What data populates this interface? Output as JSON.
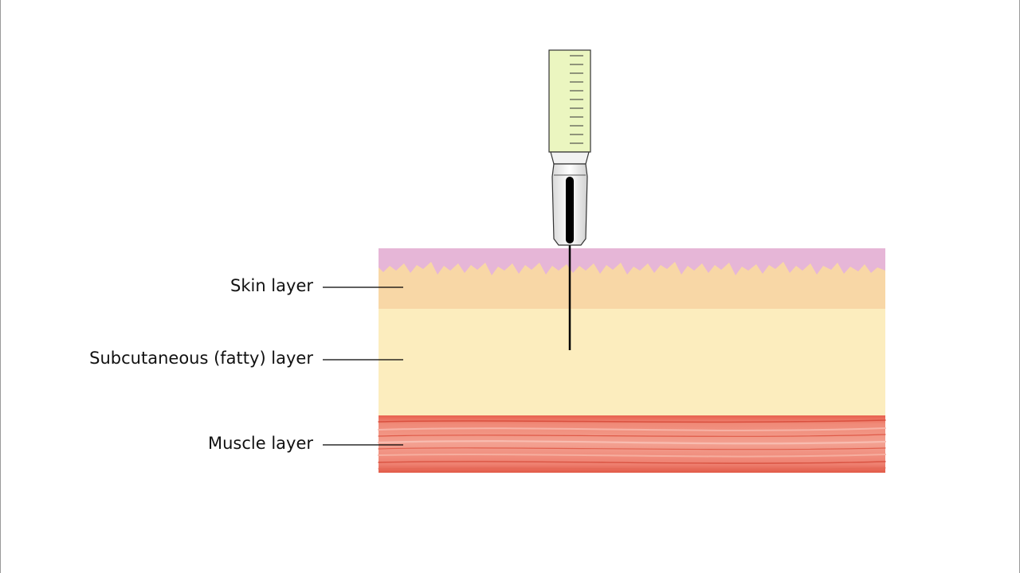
{
  "labels": {
    "skin": "Skin layer",
    "subcutaneous": "Subcutaneous (fatty) layer",
    "muscle": "Muscle layer"
  },
  "colors": {
    "epidermis": "#e6b6d7",
    "dermis": "#f8d7a6",
    "subcutaneous": "#fcedbe",
    "muscle": "#ec6f5e",
    "muscle_highlight": "#f6a699",
    "syringe_fluid": "#ebf6c0",
    "needle": "#000000",
    "leader_line": "#000000"
  },
  "icons": {
    "syringe": "syringe-icon"
  }
}
